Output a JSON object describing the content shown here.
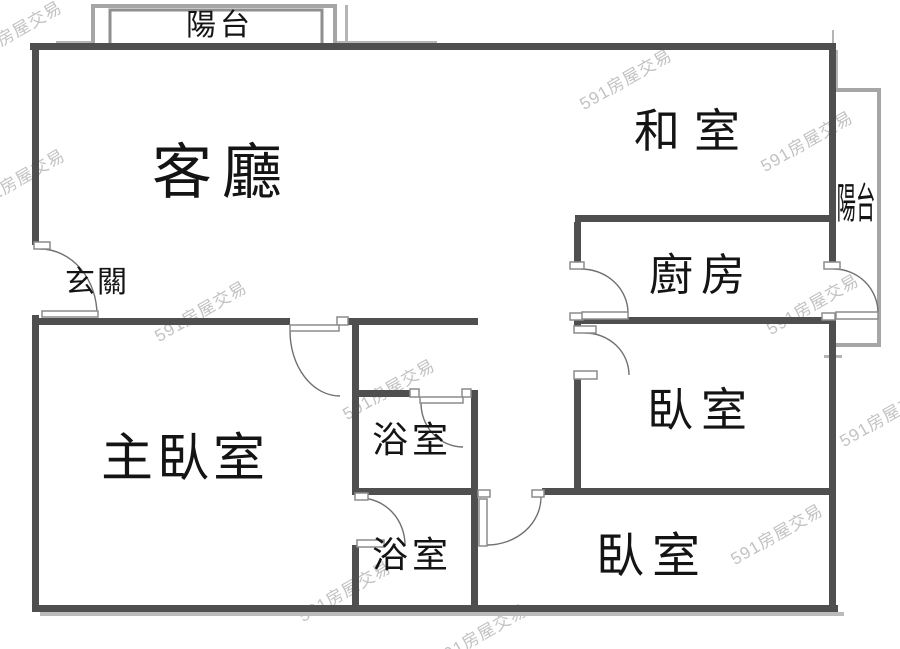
{
  "floorplan": {
    "watermark": "591房屋交易",
    "rooms": {
      "living": "客廳",
      "tatami": "和室",
      "kitchen": "廚房",
      "entrance": "玄關",
      "master_bedroom": "主臥室",
      "bathroom1": "浴室",
      "bathroom2": "浴室",
      "bedroom1": "臥室",
      "bedroom2": "臥室",
      "balcony_top": "陽台",
      "balcony_right": "陽台"
    },
    "colors": {
      "wall": "#4f4f4f",
      "light_wall": "#a6a6a6",
      "door": "#707070",
      "text": "#141414",
      "watermark": "#c2c2c2",
      "background": "#ffffff"
    }
  }
}
